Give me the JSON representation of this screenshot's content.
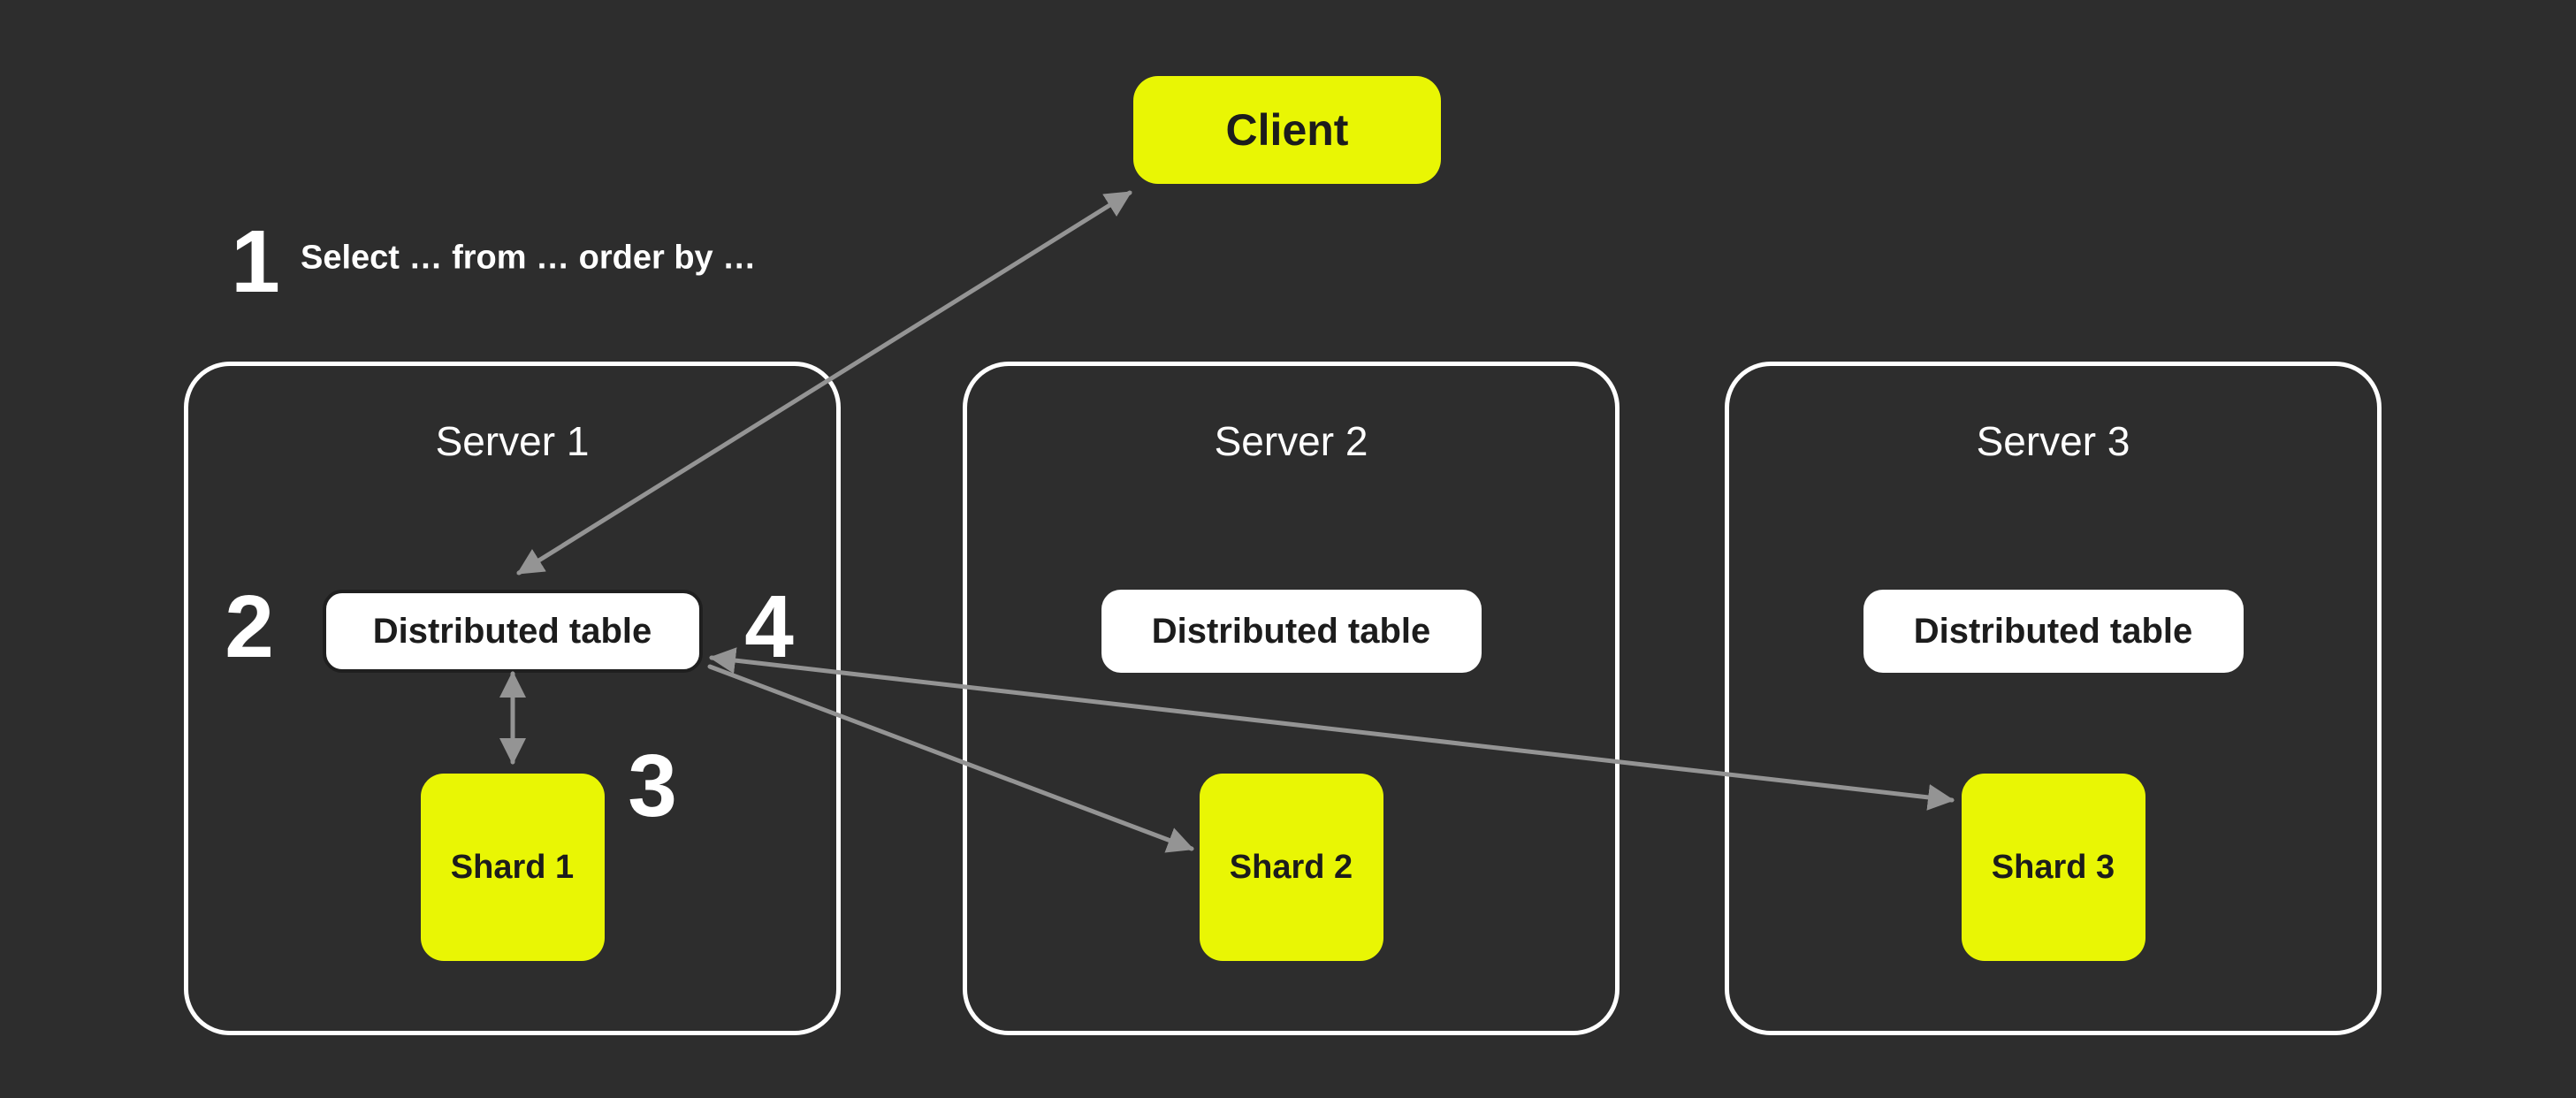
{
  "colors": {
    "bg": "#2d2d2d",
    "accent": "#e9f604",
    "arrow": "#949494",
    "panel_border": "#ffffff",
    "dark_text": "#1c1c1c",
    "light_text": "#ffffff"
  },
  "client": {
    "label": "Client"
  },
  "steps": {
    "step1": {
      "number": "1",
      "text": "Select … from … order by …"
    },
    "step2": {
      "number": "2"
    },
    "step3": {
      "number": "3"
    },
    "step4": {
      "number": "4"
    }
  },
  "servers": [
    {
      "title": "Server 1",
      "table_label": "Distributed table",
      "shard_label": "Shard 1"
    },
    {
      "title": "Server 2",
      "table_label": "Distributed table",
      "shard_label": "Shard 2"
    },
    {
      "title": "Server 3",
      "table_label": "Distributed table",
      "shard_label": "Shard 3"
    }
  ]
}
